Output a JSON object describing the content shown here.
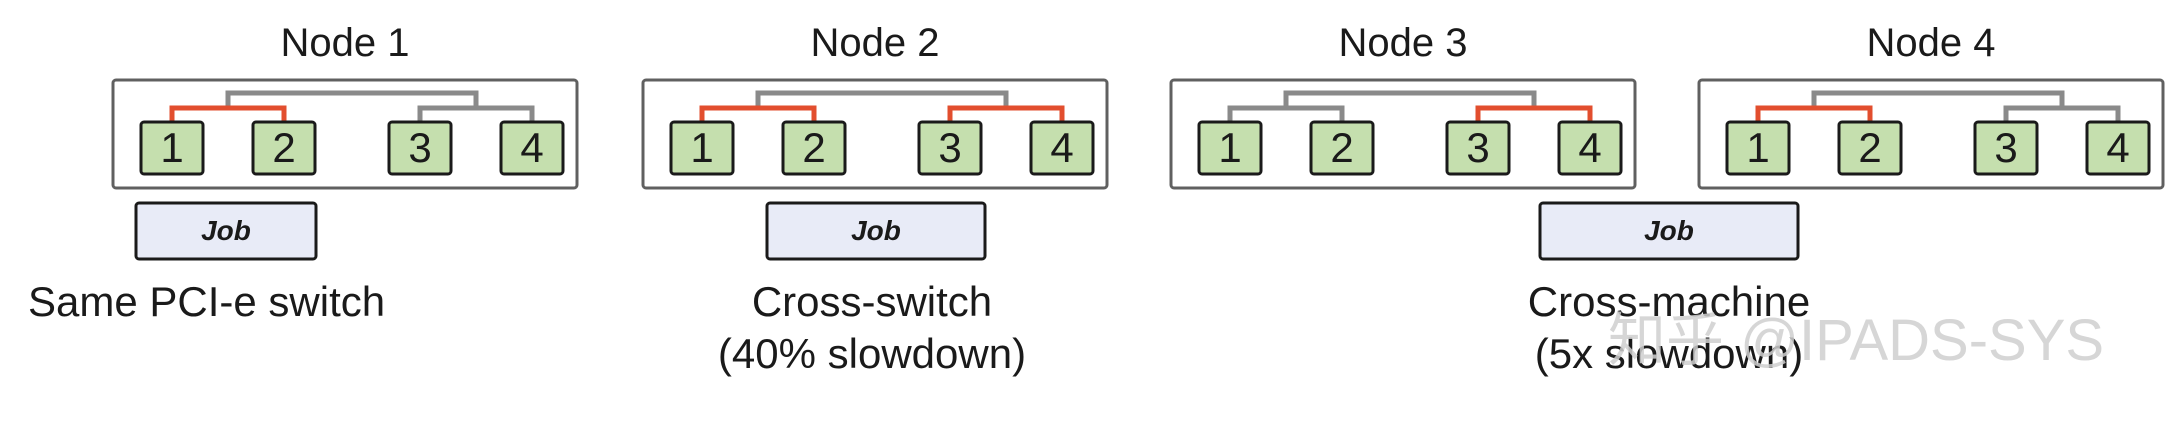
{
  "diagram": {
    "colors": {
      "background": "#ffffff",
      "node_border": "#606060",
      "gpu_fill": "#c5dfae",
      "gpu_border": "#1a1a1a",
      "link_used": "#e24e2e",
      "link_idle": "#8a8a8a",
      "job_fill": "#e8ebf7",
      "job_border": "#1a1a1a",
      "text": "#1a1a1a",
      "watermark": "#cfcfcf"
    },
    "nodes": [
      {
        "title": "Node 1",
        "gpus": [
          "1",
          "2",
          "3",
          "4"
        ],
        "active_pair": "left"
      },
      {
        "title": "Node 2",
        "gpus": [
          "1",
          "2",
          "3",
          "4"
        ],
        "active_pair": "both"
      },
      {
        "title": "Node 3",
        "gpus": [
          "1",
          "2",
          "3",
          "4"
        ],
        "active_pair": "right"
      },
      {
        "title": "Node 4",
        "gpus": [
          "1",
          "2",
          "3",
          "4"
        ],
        "active_pair": "left"
      }
    ],
    "jobs": [
      {
        "label": "Job"
      },
      {
        "label": "Job"
      },
      {
        "label": "Job"
      }
    ],
    "captions": [
      {
        "lines": [
          "Same PCI-e switch"
        ]
      },
      {
        "lines": [
          "Cross-switch",
          "(40% slowdown)"
        ]
      },
      {
        "lines": [
          "Cross-machine",
          "(5x slowdown)"
        ]
      }
    ],
    "watermark": "知乎 @IPADS-SYS"
  }
}
